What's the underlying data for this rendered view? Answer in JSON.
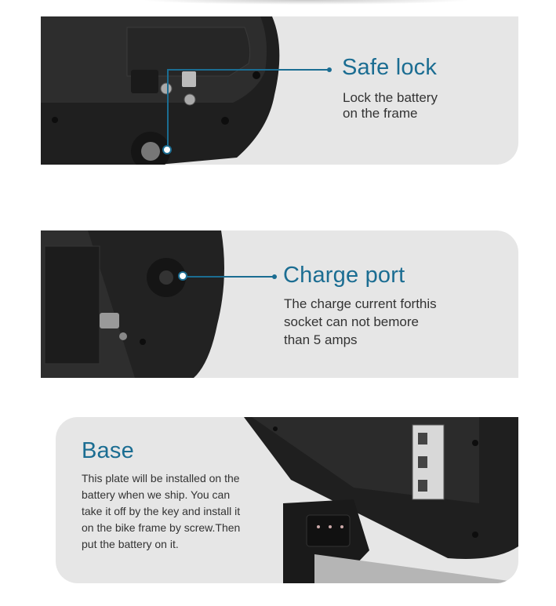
{
  "sections": [
    {
      "title": "Safe lock",
      "desc_lines": [
        "Lock the battery",
        "on the frame"
      ]
    },
    {
      "title": "Charge port",
      "desc_lines": [
        "The charge current forthis",
        "socket can not bemore",
        "than 5 amps"
      ]
    },
    {
      "title": "Base",
      "desc_lines": [
        "This plate will be installed on the",
        "battery when we ship. You can",
        "take it off by the key and install it",
        "on the bike frame by screw.Then",
        "put the battery on it."
      ]
    }
  ],
  "colors": {
    "accent": "#1b6d92",
    "panel_bg": "#e6e6e6",
    "text": "#333333"
  }
}
